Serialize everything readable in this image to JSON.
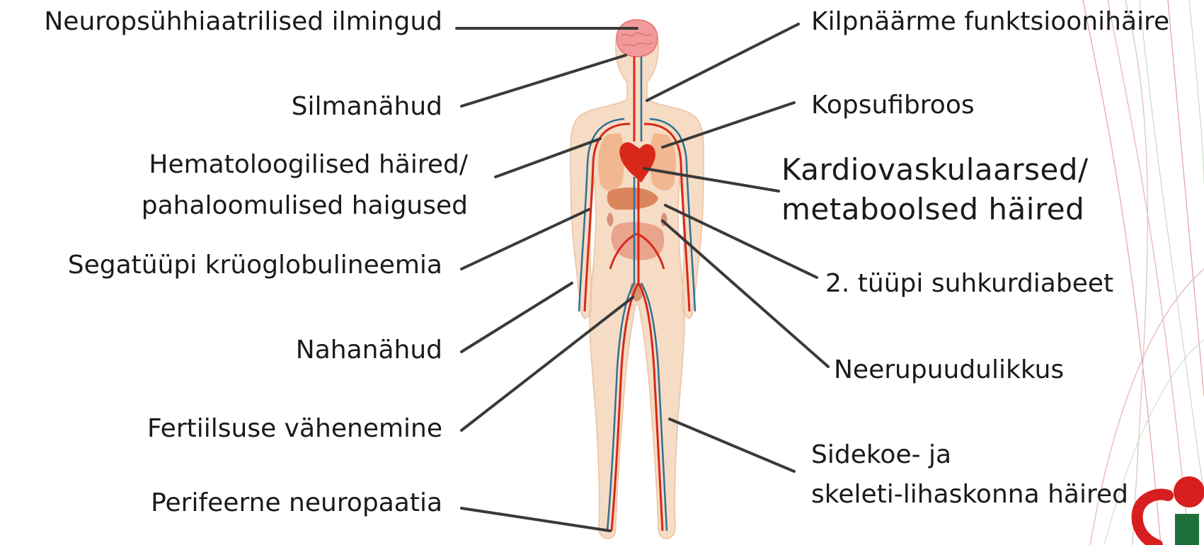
{
  "labels_left": [
    {
      "id": "neuro",
      "text": "Neuropsühhiaatrilised ilmingud"
    },
    {
      "id": "silm",
      "text": "Silmanähud"
    },
    {
      "id": "hema1",
      "text": "Hematoloogilised häired/"
    },
    {
      "id": "hema2",
      "text": "pahaloomulised haigused"
    },
    {
      "id": "kryo",
      "text": "Segatüüpi krüoglobulineemia"
    },
    {
      "id": "naha",
      "text": "Nahanähud"
    },
    {
      "id": "fert",
      "text": "Fertiilsuse vähenemine"
    },
    {
      "id": "peri",
      "text": "Perifeerne neuropaatia"
    }
  ],
  "labels_right": [
    {
      "id": "kilp",
      "text": "Kilpnäärme funktsioonihäire"
    },
    {
      "id": "kops",
      "text": "Kopsufibroos"
    },
    {
      "id": "kard1",
      "text": "Kardiovaskulaarsed/"
    },
    {
      "id": "kard2",
      "text": "metaboolsed häired"
    },
    {
      "id": "diab",
      "text": "2. tüüpi suhkurdiabeet"
    },
    {
      "id": "neer",
      "text": "Neerupuudulikkus"
    },
    {
      "id": "side1",
      "text": "Sidekoe- ja"
    },
    {
      "id": "side2",
      "text": "skeleti-lihaskonna häired"
    }
  ],
  "colors": {
    "skin": "#f4d7bd",
    "artery": "#d8281a",
    "vein": "#2f7197",
    "brain": "#f29a9a",
    "line": "#3a3a3a",
    "logo_red": "#d81e1e",
    "logo_green": "#1f6f3a"
  },
  "icon": "organization-logo"
}
